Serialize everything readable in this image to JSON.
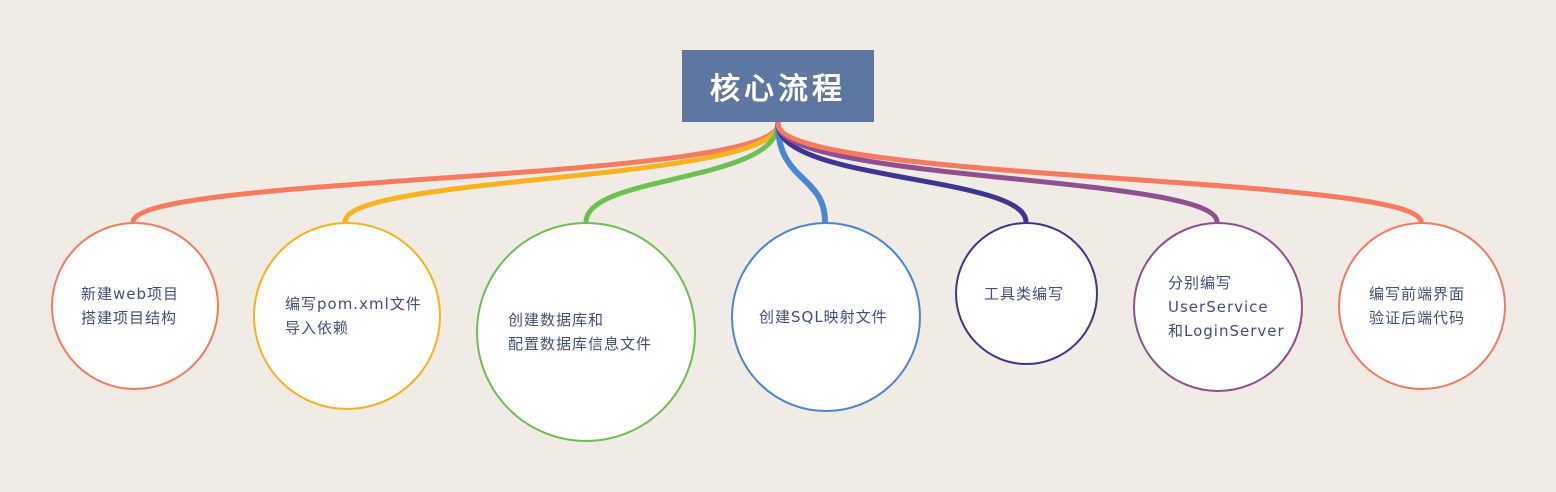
{
  "root": {
    "label": "核心流程",
    "color": "#5e77a1"
  },
  "nodes": [
    {
      "color": "#f57a5f",
      "lines": [
        "新建web项目",
        "搭建项目结构"
      ]
    },
    {
      "color": "#f7b21f",
      "lines": [
        "编写pom.xml文件",
        "导入依赖"
      ]
    },
    {
      "color": "#6cc04f",
      "lines": [
        "创建数据库和",
        "配置数据库信息文件"
      ]
    },
    {
      "color": "#4a86d4",
      "lines": [
        "创建SQL映射文件"
      ]
    },
    {
      "color": "#3f3591",
      "lines": [
        "工具类编写"
      ]
    },
    {
      "color": "#904f8f",
      "lines": [
        "分别编写",
        "UserService",
        "和LoginServer"
      ]
    },
    {
      "color": "#f57a5f",
      "lines": [
        "编写前端界面",
        "验证后端代码"
      ]
    }
  ]
}
